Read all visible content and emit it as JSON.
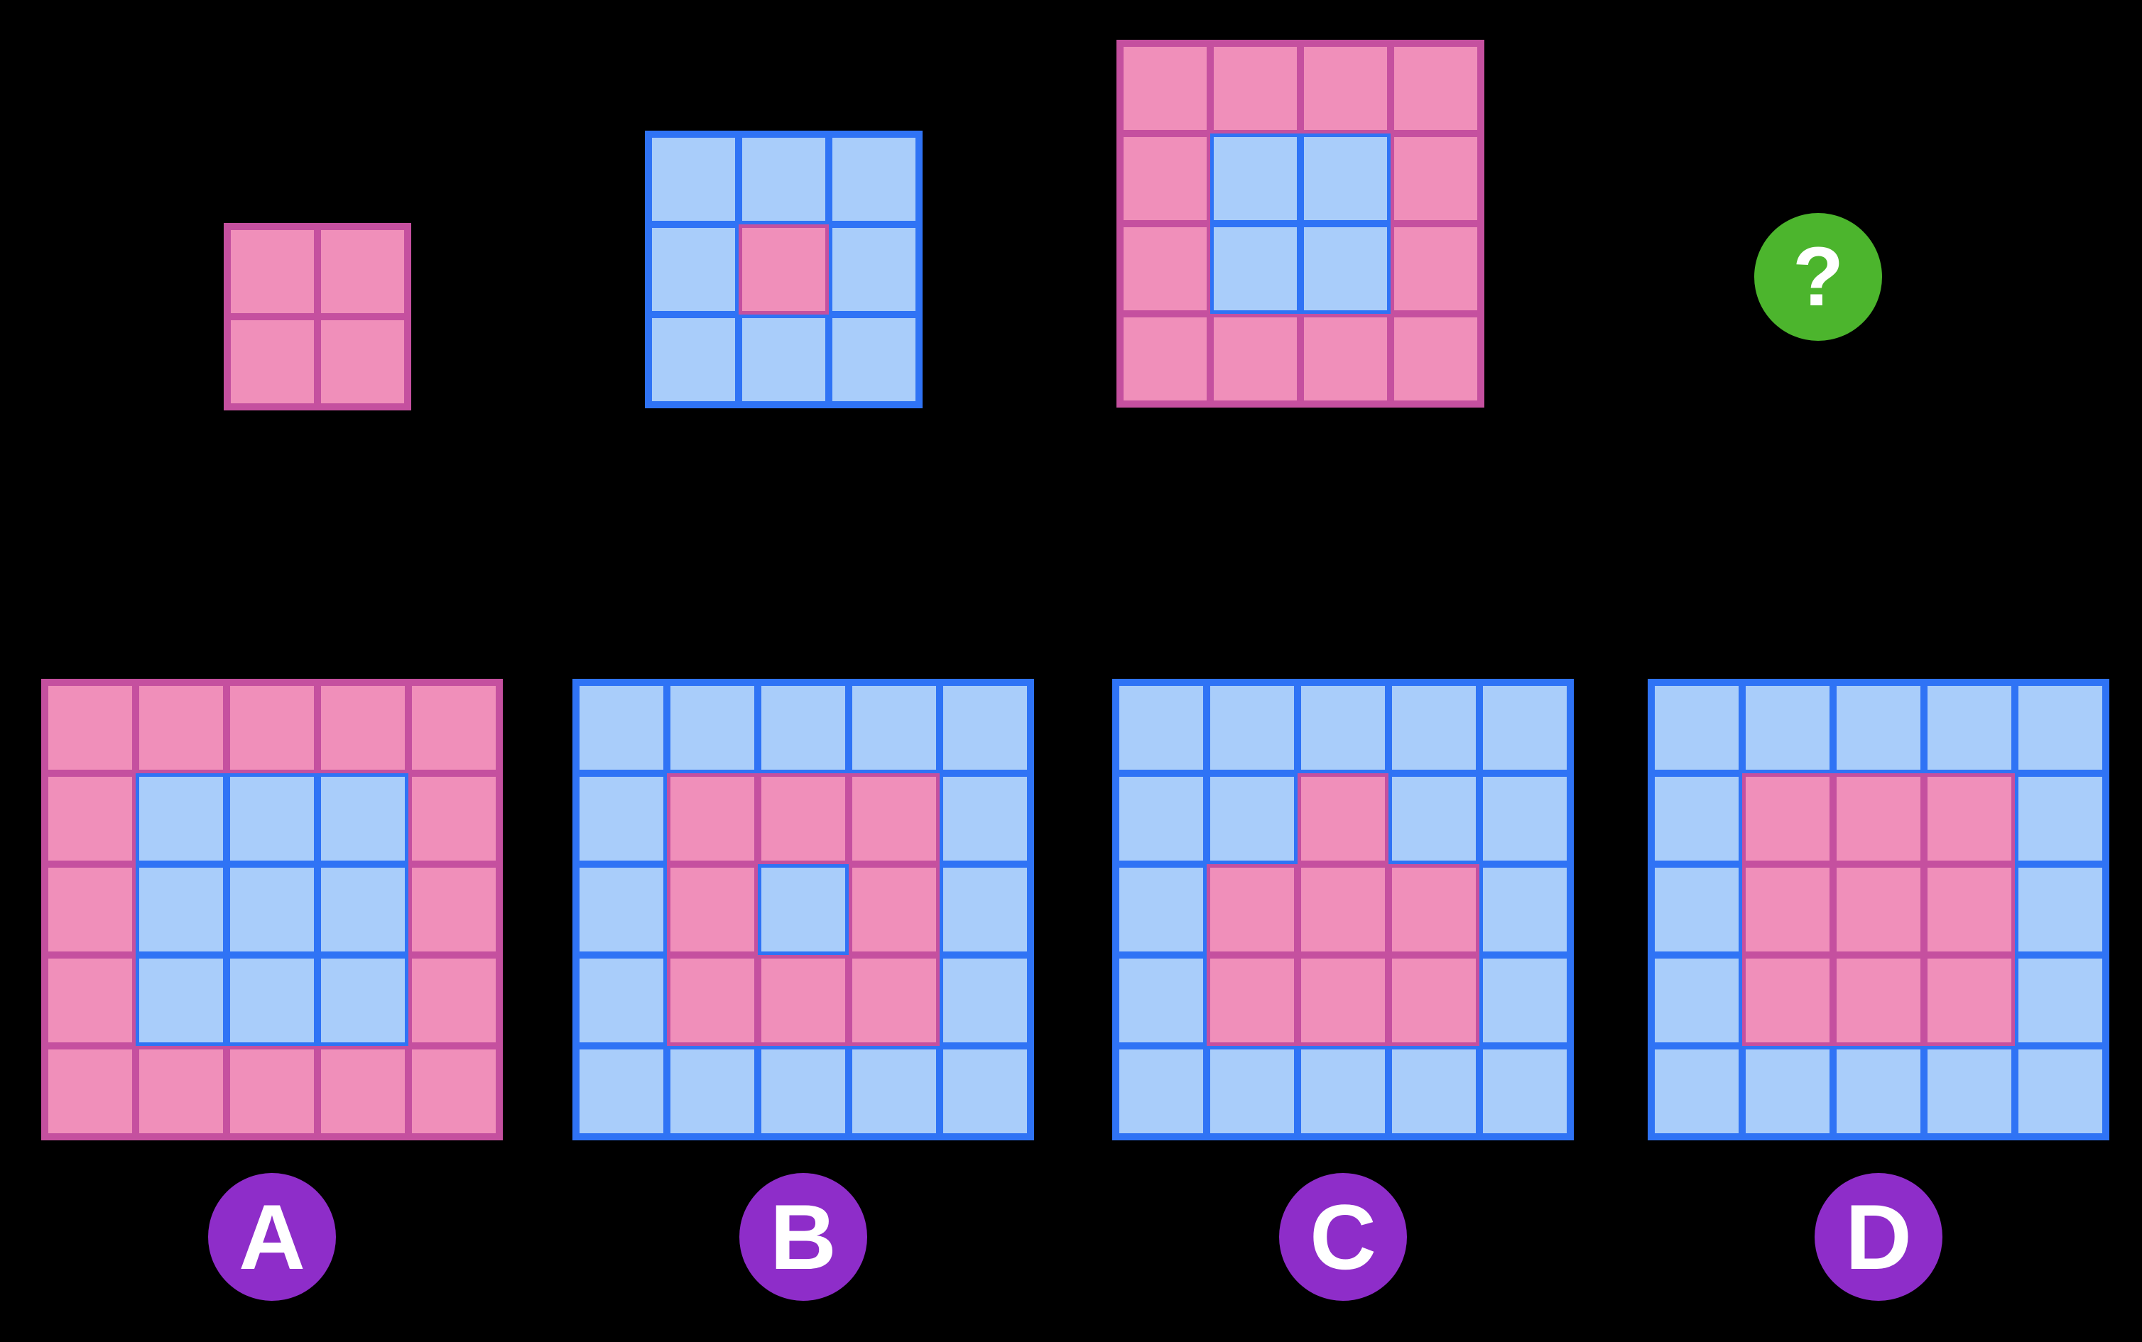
{
  "colors": {
    "background": "#000000",
    "pink_fill": "#F08FBA",
    "pink_border": "#C5509F",
    "blue_fill": "#A9CDFA",
    "blue_border": "#2F73F5",
    "green": "#4CB52D",
    "purple": "#8E2DC9",
    "glyph": "#FFFFFF"
  },
  "legend": {
    "P": "pink",
    "B": "blue"
  },
  "puzzle": {
    "sequence": [
      {
        "name": "step-1",
        "grid_size": "2x2",
        "rows": [
          "PP",
          "PP"
        ]
      },
      {
        "name": "step-2",
        "grid_size": "3x3",
        "rows": [
          "BBB",
          "BPB",
          "BBB"
        ]
      },
      {
        "name": "step-3",
        "grid_size": "4x4",
        "rows": [
          "PPPP",
          "PBBP",
          "PBBP",
          "PPPP"
        ]
      }
    ],
    "unknown_symbol": "?"
  },
  "options": [
    {
      "label": "A",
      "grid_size": "5x5",
      "rows": [
        "PPPPP",
        "PBBBP",
        "PBBBP",
        "PBBBP",
        "PPPPP"
      ]
    },
    {
      "label": "B",
      "grid_size": "5x5",
      "rows": [
        "BBBBB",
        "BPPPB",
        "BPBPB",
        "BPPPB",
        "BBBBB"
      ]
    },
    {
      "label": "C",
      "grid_size": "5x5",
      "rows": [
        "BBBBB",
        "BBPBB",
        "BPPPB",
        "BPPPB",
        "BBBBB"
      ]
    },
    {
      "label": "D",
      "grid_size": "5x5",
      "rows": [
        "BBBBB",
        "BPPPB",
        "BPPPB",
        "BPPPB",
        "BBBBB"
      ]
    }
  ]
}
